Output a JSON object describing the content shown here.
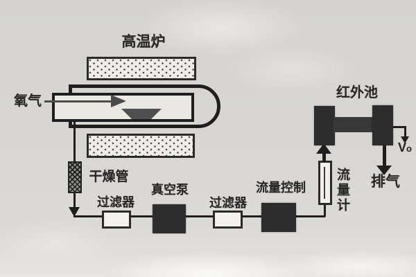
{
  "diagram": {
    "type": "apparatus-schematic",
    "labels": {
      "furnace": "高温炉",
      "oxygen": "氧气",
      "drying_tube": "干燥管",
      "filter_left": "过滤器",
      "vacuum_pump": "真空泵",
      "filter_right": "过滤器",
      "flow_control": "流量控制",
      "flow_meter": "流量计",
      "ir_cell": "红外池",
      "exhaust": "排气",
      "vo_main": "V",
      "vo_sub": "o"
    },
    "colors": {
      "background": "#d6d5d1",
      "line": "#1e1e1e",
      "dark_block": "#2d2d2d",
      "boat": "#4f4f4f",
      "component_fill": "#f2f1ed"
    },
    "flow_order": [
      "氧气",
      "高温炉",
      "干燥管",
      "过滤器",
      "真空泵",
      "过滤器",
      "流量控制",
      "流量计",
      "红外池",
      "排气"
    ]
  }
}
